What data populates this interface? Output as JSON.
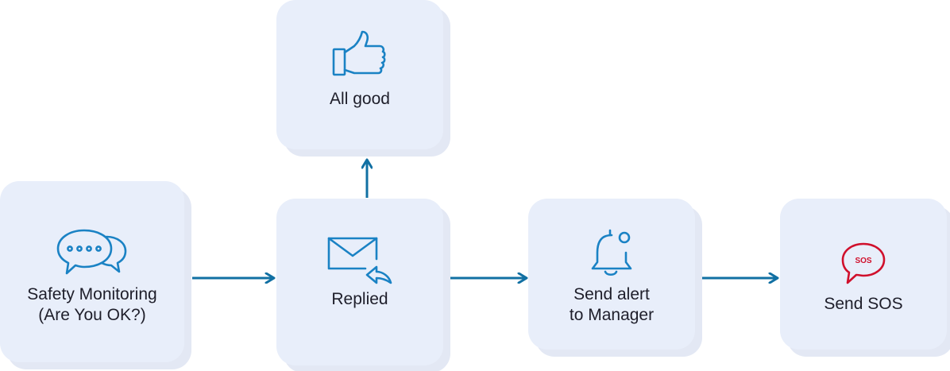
{
  "nodes": {
    "safety": {
      "line1": "Safety Monitoring",
      "line2": "(Are You OK?)",
      "icon": "chat-bubbles-icon"
    },
    "allgood": {
      "label": "All good",
      "icon": "thumbs-up-icon"
    },
    "replied": {
      "label": "Replied",
      "icon": "mail-reply-icon"
    },
    "alert": {
      "line1": "Send alert",
      "line2": "to Manager",
      "icon": "bell-icon"
    },
    "sos": {
      "label": "Send SOS",
      "icon": "sos-bubble-icon",
      "badge": "SOS"
    }
  },
  "edges": [
    {
      "from": "safety",
      "to": "replied"
    },
    {
      "from": "replied",
      "to": "allgood"
    },
    {
      "from": "replied",
      "to": "alert"
    },
    {
      "from": "alert",
      "to": "sos"
    }
  ],
  "colors": {
    "card": "#E8EEFA",
    "card_shadow": "#E3E8F4",
    "icon": "#1A82C4",
    "arrow": "#1170A3",
    "sos": "#D0102C",
    "text": "#1E1E2A"
  }
}
